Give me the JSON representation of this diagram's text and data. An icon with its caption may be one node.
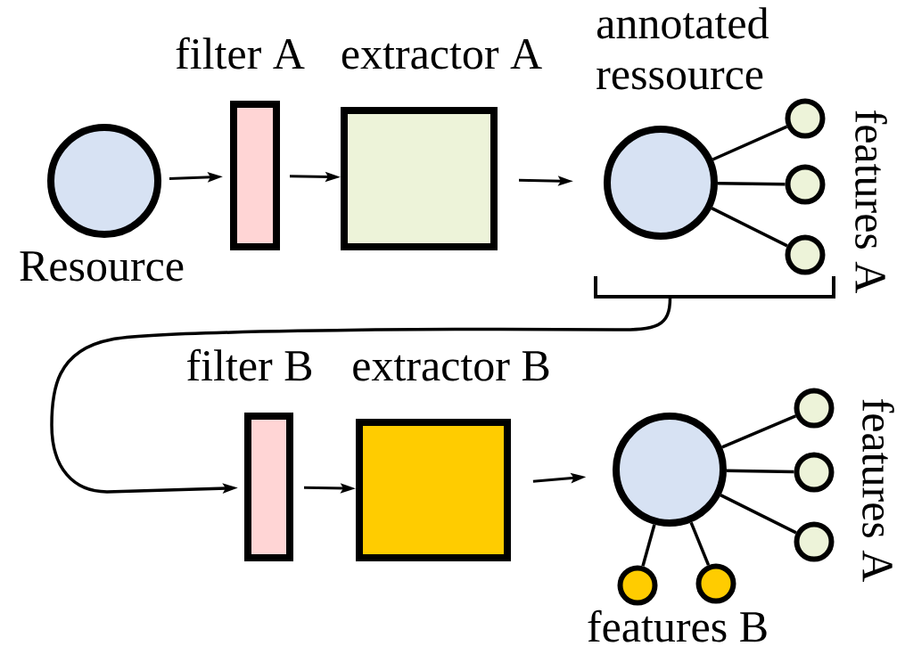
{
  "diagram": {
    "nodes": [
      {
        "text": [
          "Resource"
        ]
      },
      {
        "text": [
          "filter A"
        ]
      },
      {
        "text": [
          "extractor A"
        ]
      },
      {
        "text": [
          "annotated ressource"
        ]
      },
      {
        "text": [],
        "shape": "circle"
      },
      {
        "text": [],
        "shape": "circle"
      },
      {
        "text": [],
        "shape": "circle"
      },
      {
        "text": [],
        "shape": "bracket"
      },
      {
        "text": [
          "filter B"
        ]
      },
      {
        "text": [
          "extractor B"
        ]
      },
      {
        "text": [],
        "shape": "circle"
      },
      {
        "text": [],
        "shape": "circle"
      },
      {
        "text": [],
        "shape": "circle"
      },
      {
        "text": [],
        "shape": "circle"
      },
      {
        "text": [],
        "shape": "circle"
      },
      {
        "text": [],
        "shape": "circle"
      }
    ],
    "edges": [
      {
        "from": 0,
        "to": 1,
        "arrow": "to"
      },
      {
        "from": 1,
        "to": 2,
        "arrow": "to"
      },
      {
        "from": 2,
        "to": 3,
        "arrow": "to"
      },
      {
        "from": 3,
        "to": 4,
        "arrow": "none"
      },
      {
        "from": 3,
        "to": 5,
        "arrow": "none"
      },
      {
        "from": 3,
        "to": 6,
        "arrow": "none"
      },
      {
        "from": 7,
        "to": 8,
        "arrow": "to"
      },
      {
        "from": 8,
        "to": 9,
        "arrow": "to"
      },
      {
        "from": 9,
        "to": 10,
        "arrow": "to"
      },
      {
        "from": 10,
        "to": 11,
        "arrow": "none"
      },
      {
        "from": 10,
        "to": 12,
        "arrow": "none"
      },
      {
        "from": 10,
        "to": 13,
        "arrow": "none"
      },
      {
        "from": 10,
        "to": 14,
        "arrow": "none"
      },
      {
        "from": 10,
        "to": 15,
        "arrow": "none"
      }
    ],
    "labels": [
      "features A",
      "features A",
      "features B"
    ]
  }
}
